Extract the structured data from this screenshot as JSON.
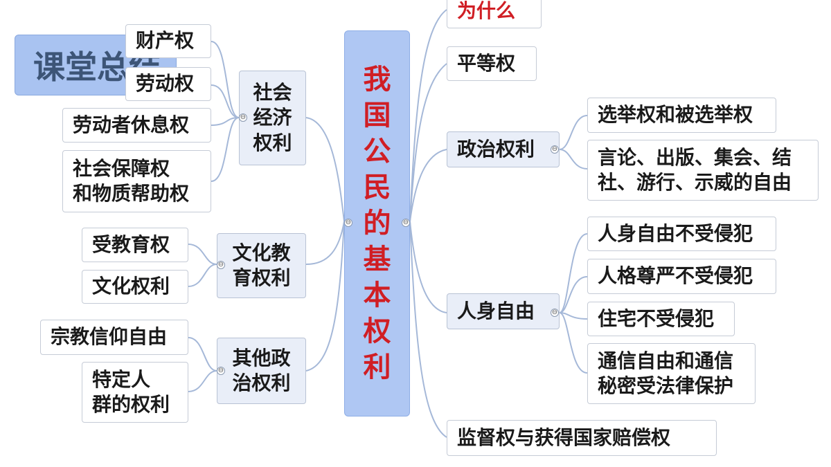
{
  "title": "课堂总结",
  "center": "我国公民的基本权利",
  "right": {
    "why": "为什么",
    "equality": "平等权",
    "political": "政治权利",
    "political_items": [
      "选举权和被选举权",
      "言论、出版、集会、结\n社、游行、示威的自由"
    ],
    "personal": "人身自由",
    "personal_items": [
      "人身自由不受侵犯",
      "人格尊严不受侵犯",
      "住宅不受侵犯",
      "通信自由和通信\n秘密受法律保护"
    ],
    "supervision": "监督权与获得国家赔偿权"
  },
  "left": {
    "socioeconomic": "社会\n经济\n权利",
    "socioeconomic_items": [
      "财产权",
      "劳动权",
      "劳动者休息权",
      "社会保障权\n和物质帮助权"
    ],
    "culture": "文化教\n育权利",
    "culture_items": [
      "受教育权",
      "文化权利"
    ],
    "other": "其他政\n治权利",
    "other_items": [
      "宗教信仰自由",
      "特定人\n群的权利"
    ]
  },
  "colors": {
    "hub_fill": "#afc7f3",
    "hub_text": "#d01e24",
    "connector": "#a5b8d8"
  },
  "toggle_symbol": "⊖"
}
